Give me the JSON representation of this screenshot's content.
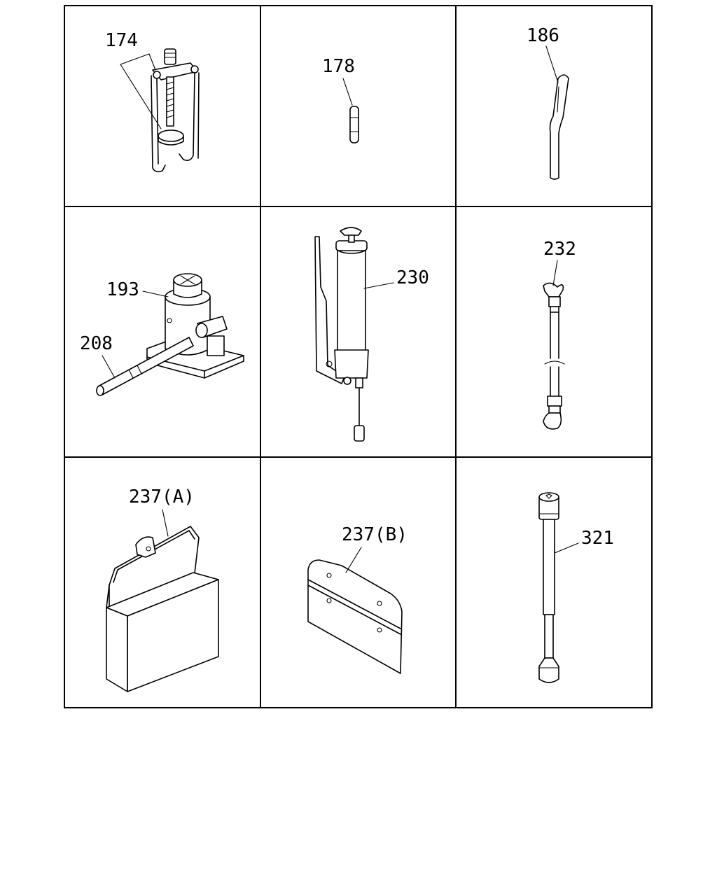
{
  "parts": [
    {
      "id": "174",
      "label": "174",
      "icon": "gear-puller"
    },
    {
      "id": "178",
      "label": "178",
      "icon": "pin"
    },
    {
      "id": "186",
      "label": "186",
      "icon": "tire-lever"
    },
    {
      "id": "193",
      "label": "193",
      "icon": "bottle-jack"
    },
    {
      "id": "208",
      "label": "208",
      "icon": "jack-handle"
    },
    {
      "id": "230",
      "label": "230",
      "icon": "grease-gun"
    },
    {
      "id": "232",
      "label": "232",
      "icon": "tire-inflation-hose"
    },
    {
      "id": "237A",
      "label": "237(A)",
      "icon": "tool-bag"
    },
    {
      "id": "237B",
      "label": "237(B)",
      "icon": "tool-bag-cover"
    },
    {
      "id": "321",
      "label": "321",
      "icon": "wheel-nut-wrench"
    }
  ]
}
